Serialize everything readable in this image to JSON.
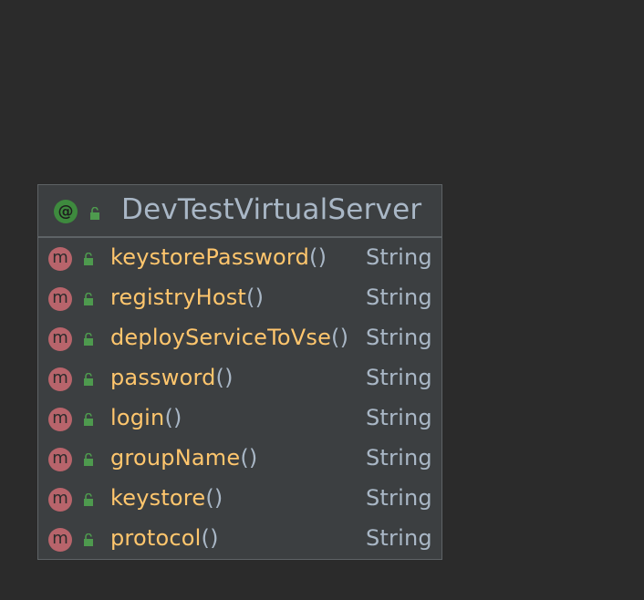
{
  "class_name": "DevTestVirtualServer",
  "class_icon": "annotation-icon",
  "class_icon_glyph": "@",
  "visibility_icon": "lock-open-icon",
  "method_icon_glyph": "m",
  "parens": "()",
  "colors": {
    "background": "#2b2b2b",
    "node_fill": "#3c3f41",
    "node_border": "#5e6366",
    "annotation_icon": "#3e8a3e",
    "method_icon": "#b8646b",
    "lock_icon": "#4e9a4e",
    "method_name": "#ffc66d",
    "text": "#a9b7c6"
  },
  "members": [
    {
      "name": "keystorePassword",
      "type": "String"
    },
    {
      "name": "registryHost",
      "type": "String"
    },
    {
      "name": "deployServiceToVse",
      "type": "String"
    },
    {
      "name": "password",
      "type": "String"
    },
    {
      "name": "login",
      "type": "String"
    },
    {
      "name": "groupName",
      "type": "String"
    },
    {
      "name": "keystore",
      "type": "String"
    },
    {
      "name": "protocol",
      "type": "String"
    }
  ]
}
